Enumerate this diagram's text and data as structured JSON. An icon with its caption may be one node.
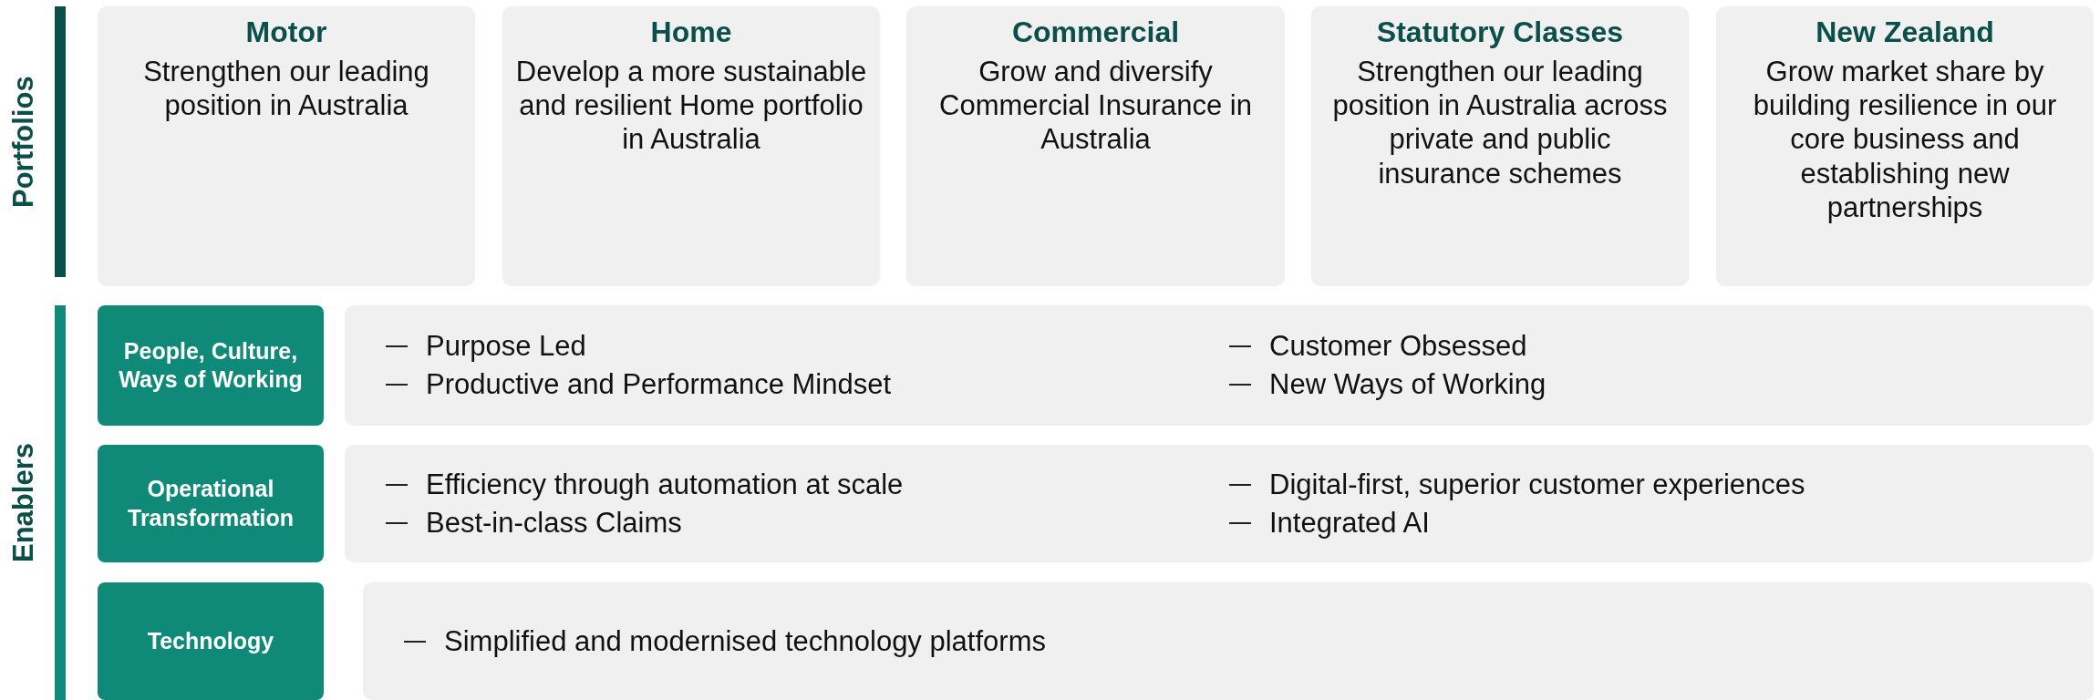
{
  "diagram": {
    "nodes": [
      {
        "text": [
          "Motor",
          "Strengthen our leading position in Australia"
        ]
      },
      {
        "text": [
          "Home",
          "Develop a more sustainable and resilient Home portfolio in Australia"
        ]
      },
      {
        "text": [
          "Commercial",
          "Grow and diversify Commercial Insurance in Australia"
        ]
      },
      {
        "text": [
          "Statutory Classes",
          "Strengthen our leading position in Australia across private and public insurance schemes"
        ]
      },
      {
        "text": [
          "New Zealand",
          "Grow market share by building resilience in our core business and establishing new partnerships"
        ]
      },
      {
        "text": [
          "People, Culture, Ways of Working"
        ]
      },
      {
        "text": [
          "Purpose Led",
          "Productive and Performance Mindset",
          "Customer Obsessed",
          "New Ways of Working"
        ]
      },
      {
        "text": [
          "Operational Transformation"
        ]
      },
      {
        "text": [
          "Efficiency through automation at scale",
          "Best-in-class Claims",
          "Digital-first, superior customer experiences",
          "Integrated AI"
        ]
      },
      {
        "text": [
          "Technology"
        ]
      },
      {
        "text": [
          "Simplified and modernised technology platforms"
        ]
      }
    ],
    "labels": [
      "Portfolios",
      "Enablers"
    ]
  }
}
